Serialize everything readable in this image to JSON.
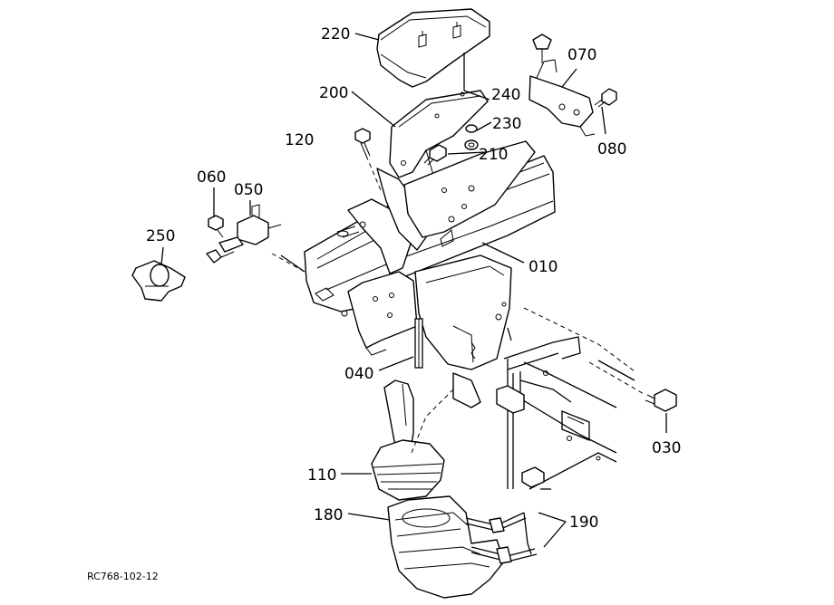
{
  "drawing_code": "RC768-102-12",
  "parts": {
    "p220": "220",
    "p200": "200",
    "p240": "240",
    "p230": "230",
    "p210": "210",
    "p120": "120",
    "p070": "070",
    "p080": "080",
    "p060": "060",
    "p050": "050",
    "p250": "250",
    "p010": "010",
    "p040": "040",
    "p030": "030",
    "p110": "110",
    "p180": "180",
    "p190": "190"
  }
}
